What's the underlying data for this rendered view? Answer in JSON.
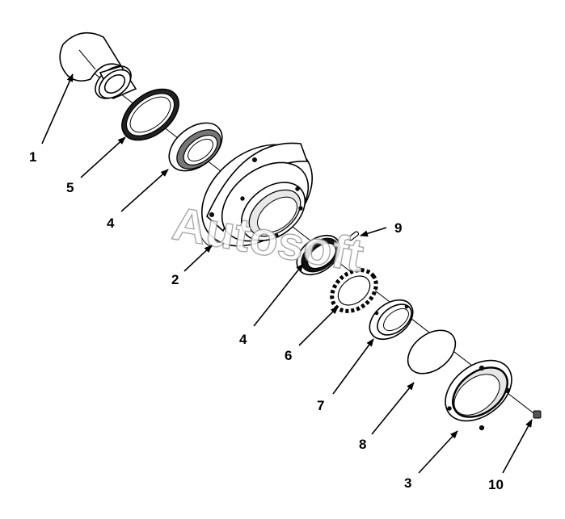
{
  "watermark": "Autosoft",
  "callouts": [
    {
      "id": "1",
      "label": "1"
    },
    {
      "id": "5",
      "label": "5"
    },
    {
      "id": "4a",
      "label": "4"
    },
    {
      "id": "2",
      "label": "2"
    },
    {
      "id": "9",
      "label": "9"
    },
    {
      "id": "4b",
      "label": "4"
    },
    {
      "id": "6",
      "label": "6"
    },
    {
      "id": "7",
      "label": "7"
    },
    {
      "id": "8",
      "label": "8"
    },
    {
      "id": "3",
      "label": "3"
    },
    {
      "id": "10",
      "label": "10"
    }
  ]
}
